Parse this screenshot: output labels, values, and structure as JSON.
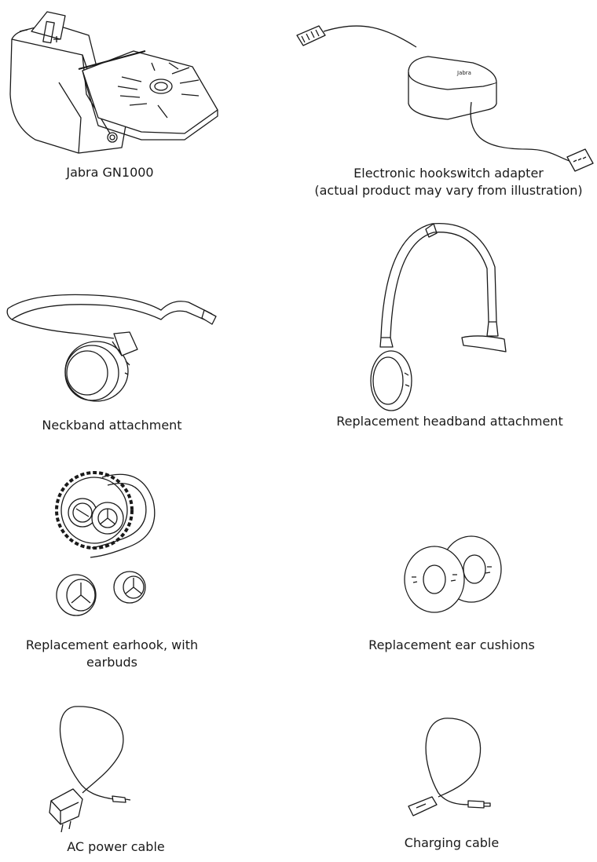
{
  "items": [
    {
      "id": "gn1000",
      "caption": "Jabra GN1000"
    },
    {
      "id": "hookswitch",
      "caption_line1": "Electronic hookswitch adapter",
      "caption_line2": "(actual product may vary from illustration)",
      "logo_text": "Jabra"
    },
    {
      "id": "neckband",
      "caption": "Neckband attachment"
    },
    {
      "id": "headband",
      "caption": "Replacement headband attachment"
    },
    {
      "id": "earhook",
      "caption_line1": "Replacement earhook, with",
      "caption_line2": "earbuds"
    },
    {
      "id": "ear-cushions",
      "caption": "Replacement ear cushions"
    },
    {
      "id": "ac-power",
      "caption": "AC power cable"
    },
    {
      "id": "charging",
      "caption": "Charging cable"
    }
  ],
  "colors": {
    "line": "#1a1a1a",
    "fill": "#ffffff",
    "shade": "#e6e6e6"
  }
}
